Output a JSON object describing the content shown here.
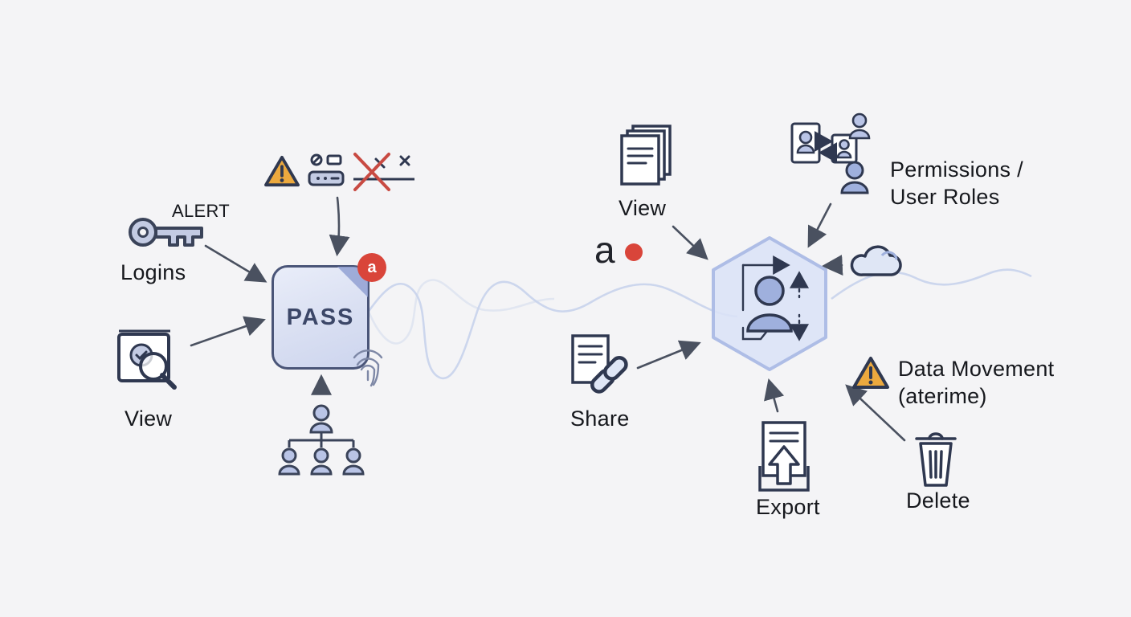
{
  "canvas": {
    "background": "#f4f4f6"
  },
  "colors": {
    "icon_stroke": "#2f3850",
    "icon_fill_blue": "#bcc7e6",
    "accent_red": "#d9453a",
    "warning_amber": "#eca93e",
    "wave_blue": "#c9d4ec",
    "arrow_gray": "#4a5160",
    "box_border": "#4a5578"
  },
  "icons": {
    "key": "key-icon",
    "image_view": "image-view-icon",
    "warning": "warning-triangle-icon",
    "credentials": "credentials-icon",
    "crossed_x": "crossed-x-icon",
    "org_chart": "org-chart-icon",
    "fingerprint": "fingerprint-icon",
    "documents": "documents-stack-icon",
    "permissions": "permissions-users-icon",
    "cloud": "cloud-icon",
    "hexagon_user": "user-dataflow-hexagon-icon",
    "share_link": "document-link-icon",
    "export_doc": "document-export-icon",
    "trash": "trash-icon"
  },
  "left_cluster": {
    "alert": "ALERT",
    "logins": "Logins",
    "view": "View",
    "pass": "PASS",
    "bubble": "a"
  },
  "connector": {
    "stray_letter": "a"
  },
  "right_cluster": {
    "view": "View",
    "permissions_line1": "Permissions /",
    "permissions_line2": "User Roles",
    "share": "Share",
    "export": "Export",
    "data_movement_line1": "Data Movement",
    "data_movement_line2": "(aterime)",
    "delete": "Delete"
  }
}
